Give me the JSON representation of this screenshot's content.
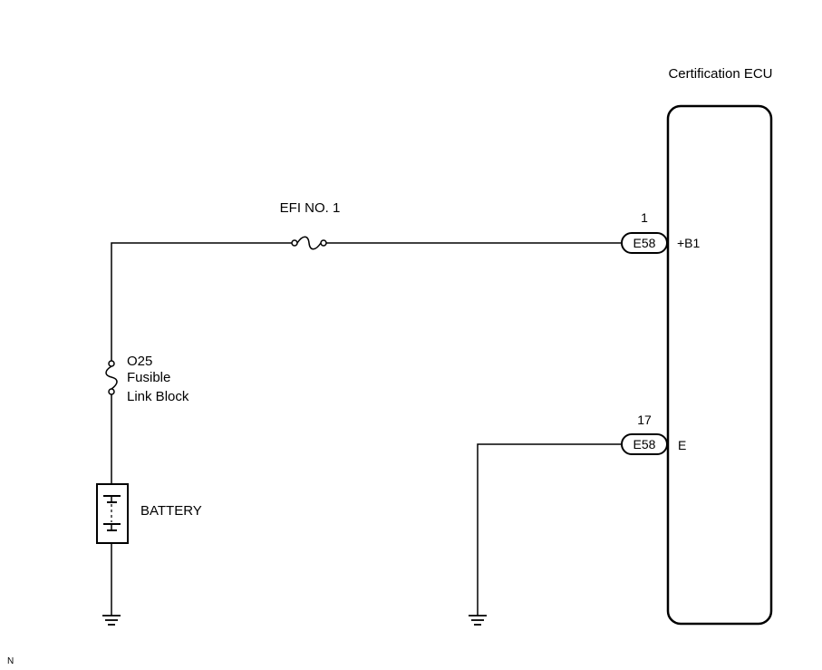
{
  "ecu": {
    "title": "Certification ECU"
  },
  "fuse": {
    "name": "EFI NO. 1"
  },
  "fusible_link": {
    "line1": "O25",
    "line2": "Fusible",
    "line3": "Link Block"
  },
  "battery": {
    "label": "BATTERY"
  },
  "connector_b1": {
    "pin": "1",
    "connector": "E58",
    "terminal": "+B1"
  },
  "connector_e": {
    "pin": "17",
    "connector": "E58",
    "terminal": "E"
  },
  "corner_mark": "N"
}
